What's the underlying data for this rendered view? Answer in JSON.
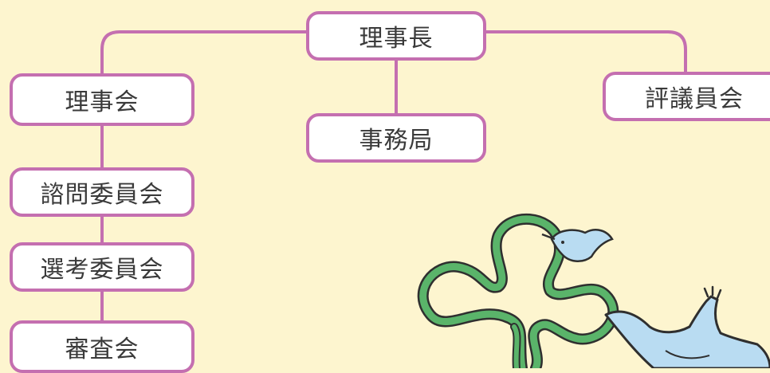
{
  "diagram": {
    "nodes": {
      "chair": "理事長",
      "board": "理事会",
      "office": "事務局",
      "council": "評議員会",
      "advisory": "諮問委員会",
      "selection": "選考委員会",
      "review": "審査会"
    }
  },
  "colors": {
    "background": "#fdf5cf",
    "border": "#c46fb0",
    "node_fill": "#ffffff",
    "clover": "#5ab46a",
    "bird": "#b9dcf2"
  },
  "illustration": {
    "icons": [
      "clover-ribbon-icon",
      "bird-icon",
      "small-bird-icon"
    ]
  }
}
